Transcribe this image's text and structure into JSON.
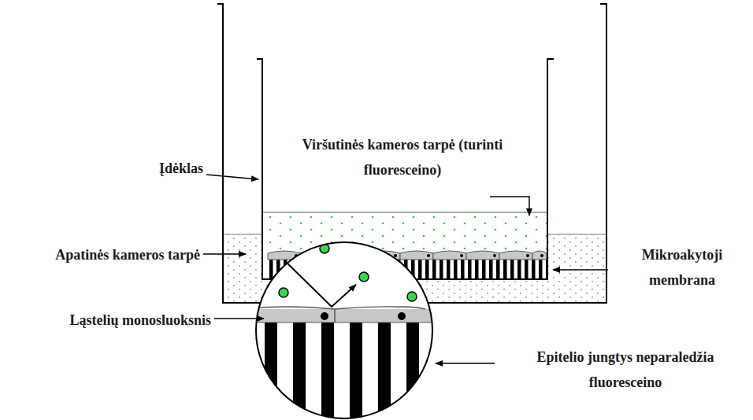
{
  "diagram": {
    "labels": [
      "Įdėklas",
      "Viršutinės kameros tarpė (turinti fluoresceino)",
      "Apatinės kameros tarpė",
      "Mikroakytoji membrana",
      "Ląstelių monosluoksnis",
      "Epitelio jungtys neparaledžia fluoresceino"
    ]
  }
}
